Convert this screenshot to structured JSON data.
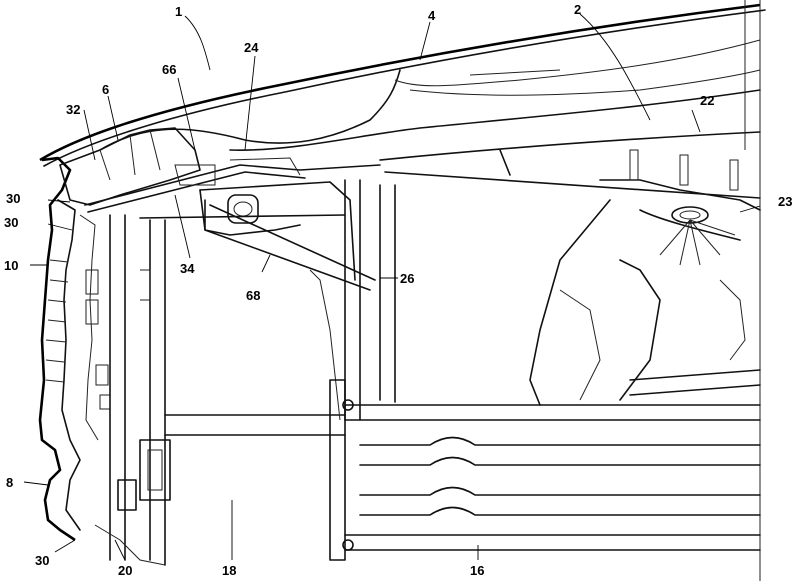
{
  "labels": {
    "l1": "1",
    "l2": "2",
    "l4": "4",
    "l6": "6",
    "l8": "8",
    "l10": "10",
    "l16": "16",
    "l18": "18",
    "l20": "20",
    "l22": "22",
    "l23": "23",
    "l24": "24",
    "l26": "26",
    "l30a": "30",
    "l30b": "30",
    "l30c": "30",
    "l32": "32",
    "l34": "34",
    "l66": "66",
    "l68": "68"
  }
}
